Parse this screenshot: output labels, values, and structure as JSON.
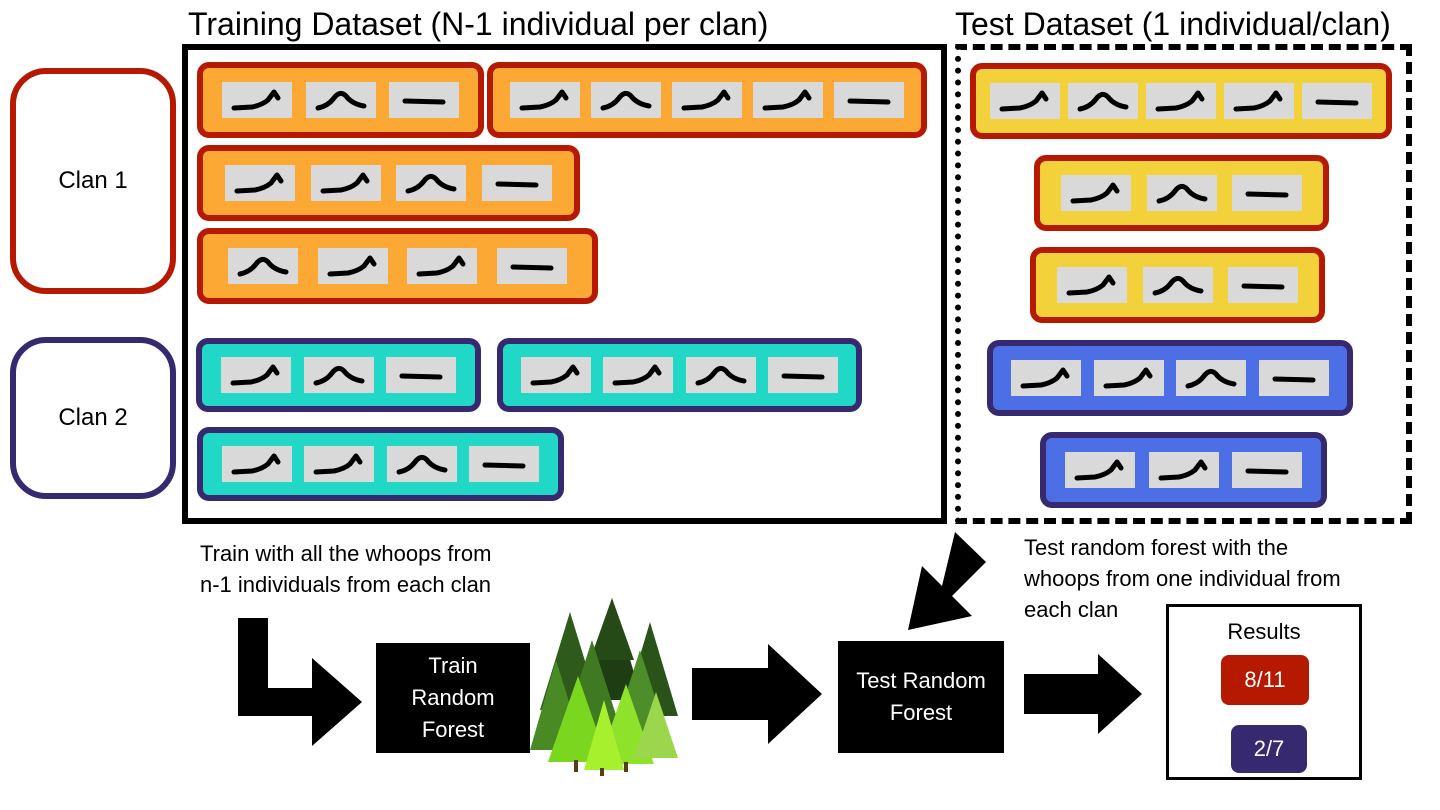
{
  "titles": {
    "training": "Training Dataset (N-1 individual per clan)",
    "test": "Test Dataset (1 individual/clan)"
  },
  "clans": [
    {
      "label": "Clan 1",
      "color": "#b51a00"
    },
    {
      "label": "Clan 2",
      "color": "#36296f"
    }
  ],
  "whoop_icons": [
    "rising-whoop-icon",
    "arch-whoop-icon",
    "flat-whoop-icon"
  ],
  "training_individuals": [
    {
      "clan": 1,
      "whoops": [
        "rise",
        "arch",
        "flat"
      ]
    },
    {
      "clan": 1,
      "whoops": [
        "rise",
        "arch",
        "rise",
        "rise",
        "flat"
      ]
    },
    {
      "clan": 1,
      "whoops": [
        "rise",
        "rise",
        "arch",
        "flat"
      ]
    },
    {
      "clan": 1,
      "whoops": [
        "arch",
        "rise",
        "rise",
        "flat"
      ]
    },
    {
      "clan": 2,
      "whoops": [
        "rise",
        "arch",
        "flat"
      ]
    },
    {
      "clan": 2,
      "whoops": [
        "rise",
        "rise",
        "arch",
        "flat"
      ]
    },
    {
      "clan": 2,
      "whoops": [
        "rise",
        "rise",
        "arch",
        "flat"
      ]
    }
  ],
  "test_individuals": [
    {
      "clan": 1,
      "whoops": [
        "rise",
        "arch",
        "rise",
        "rise",
        "flat"
      ]
    },
    {
      "clan": 1,
      "whoops": [
        "rise",
        "arch",
        "flat"
      ]
    },
    {
      "clan": 1,
      "whoops": [
        "rise",
        "arch",
        "flat"
      ]
    },
    {
      "clan": 2,
      "whoops": [
        "rise",
        "rise",
        "arch",
        "flat"
      ]
    },
    {
      "clan": 2,
      "whoops": [
        "rise",
        "rise",
        "flat"
      ]
    }
  ],
  "notes": {
    "train_line1": "Train with all the whoops from",
    "train_line2": "n-1 individuals from each clan",
    "test_line1": "Test random forest with the",
    "test_line2": "whoops from one individual from",
    "test_line3": "each clan"
  },
  "steps": {
    "train_line1": "Train",
    "train_line2": "Random",
    "train_line3": "Forest",
    "test_line1": "Test Random",
    "test_line2": "Forest"
  },
  "results": {
    "title": "Results",
    "clan1": "8/11",
    "clan2": "2/7",
    "clan1_color": "#b51a00",
    "clan2_color": "#36296f"
  }
}
